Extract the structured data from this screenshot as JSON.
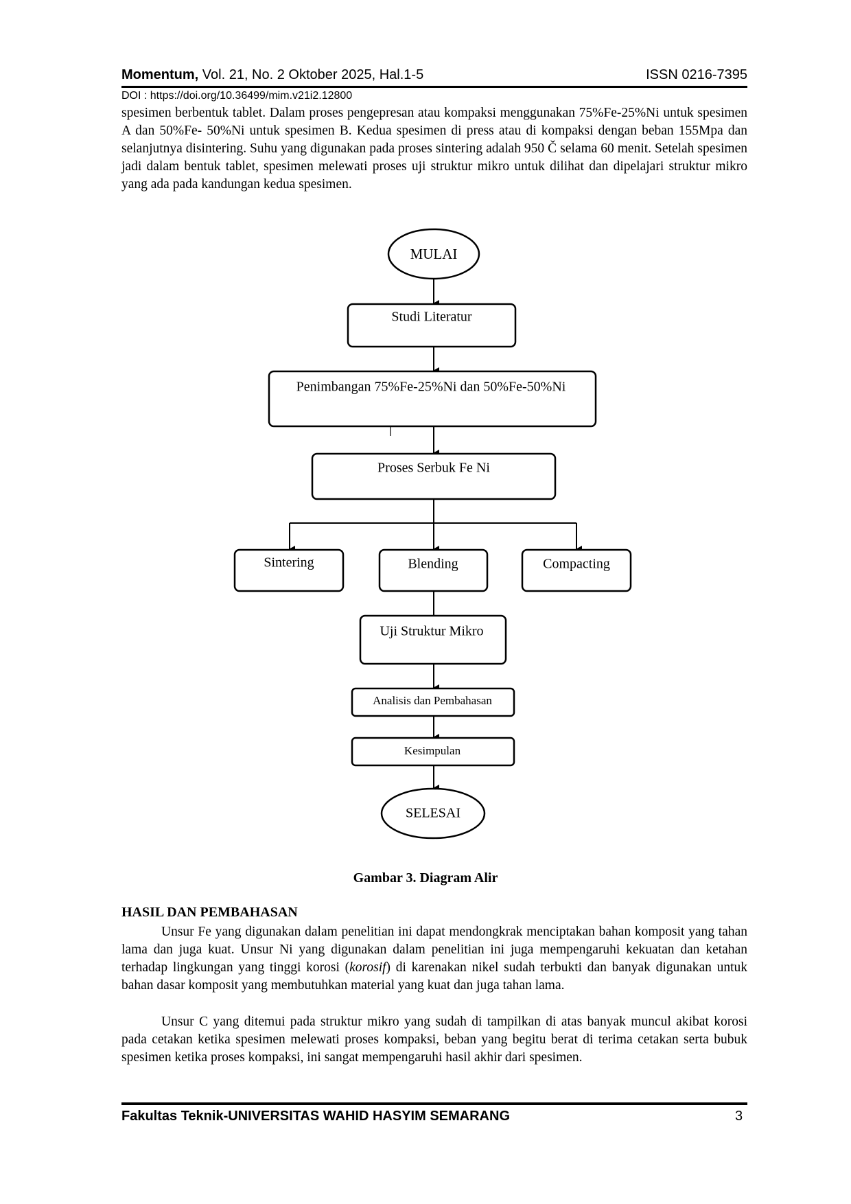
{
  "header": {
    "journal": "Momentum,",
    "volume_info": " Vol. 21, No. 2 Oktober 2025, Hal.1-5",
    "issn": "ISSN 0216-7395",
    "doi": "DOI : https://doi.org/10.36499/mim.v21i2.12800"
  },
  "intro_paragraph": "spesimen berbentuk tablet. Dalam proses pengepresan atau kompaksi menggunakan 75%Fe-25%Ni untuk spesimen A dan 50%Fe- 50%Ni untuk spesimen B. Kedua spesimen di press atau di kompaksi dengan beban 155Mpa dan selanjutnya disintering. Suhu yang digunakan pada proses sintering adalah 950 Č selama 60 menit. Setelah spesimen jadi dalam bentuk tablet, spesimen melewati proses uji struktur mikro untuk dilihat dan dipelajari struktur mikro yang ada pada kandungan kedua spesimen.",
  "flowchart": {
    "start": "MULAI",
    "step_literature": "Studi Literatur",
    "step_weighing": "Penimbangan 75%Fe-25%Ni dan 50%Fe-50%Ni",
    "step_powder": "Proses Serbuk Fe Ni",
    "branch_sintering": "Sintering",
    "branch_blending": "Blending",
    "branch_compacting": "Compacting",
    "step_microstructure": "Uji Struktur Mikro",
    "step_analysis": "Analisis dan Pembahasan",
    "step_conclusion": "Kesimpulan",
    "end": "SELESAI"
  },
  "figure_caption": "Gambar 3. Diagram Alir",
  "section": {
    "heading": "HASIL DAN PEMBAHASAN",
    "p1_before": "Unsur Fe yang digunakan dalam penelitian ini dapat mendongkrak menciptakan bahan komposit yang tahan lama dan juga kuat. Unsur Ni yang digunakan dalam penelitian ini juga mempengaruhi kekuatan dan ketahan terhadap lingkungan yang tinggi korosi (",
    "p1_italic": "korosif",
    "p1_after": ") di karenakan nikel sudah terbukti dan banyak digunakan untuk bahan dasar komposit yang membutuhkan material yang kuat dan juga tahan lama.",
    "p2": "Unsur C yang ditemui pada struktur mikro yang sudah di tampilkan di atas banyak muncul akibat korosi pada cetakan ketika spesimen melewati proses kompaksi, beban yang begitu berat di terima cetakan serta bubuk spesimen ketika proses kompaksi, ini sangat mempengaruhi hasil akhir dari spesimen."
  },
  "footer": {
    "institution": "Fakultas Teknik-UNIVERSITAS WAHID HASYIM SEMARANG",
    "page_number": "3"
  }
}
